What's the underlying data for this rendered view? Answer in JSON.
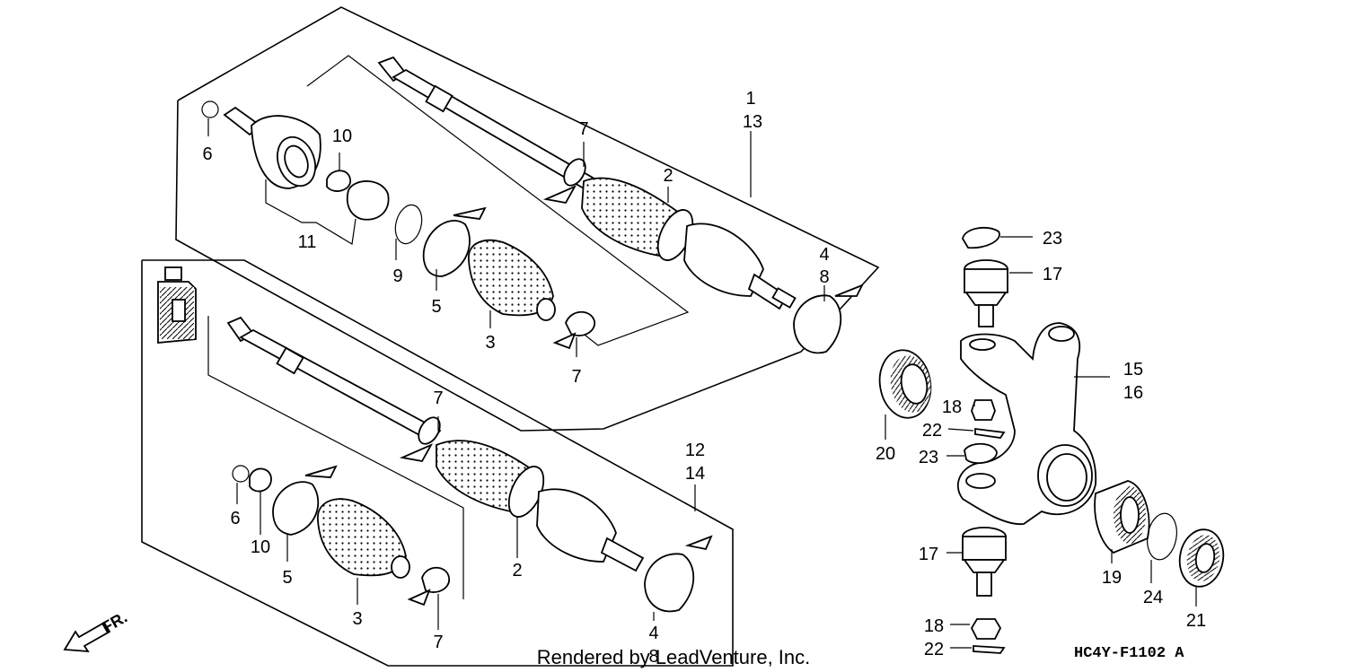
{
  "labels": {
    "upper_left": {
      "n6": "6",
      "n10": "10",
      "n11": "11",
      "n9": "9",
      "n5": "5",
      "n3": "3",
      "n7a": "7",
      "n7b": "7",
      "n2": "2",
      "n1": "1",
      "n13": "13",
      "n4": "4",
      "n8": "8"
    },
    "lower_left": {
      "n6": "6",
      "n10": "10",
      "n5": "5",
      "n3": "3",
      "n7a": "7",
      "n7b": "7",
      "n2": "2",
      "n12": "12",
      "n14": "14",
      "n4": "4",
      "n8": "8"
    },
    "knuckle": {
      "n23a": "23",
      "n17a": "17",
      "n15": "15",
      "n16": "16",
      "n18a": "18",
      "n22a": "22",
      "n20": "20",
      "n23b": "23",
      "n17b": "17",
      "n19": "19",
      "n24": "24",
      "n21": "21",
      "n18b": "18",
      "n22b": "22"
    }
  },
  "footer": {
    "credit": "Rendered by LeadVenture, Inc.",
    "diagram_code": "HC4Y-F1102 A",
    "direction_label": "FR."
  }
}
